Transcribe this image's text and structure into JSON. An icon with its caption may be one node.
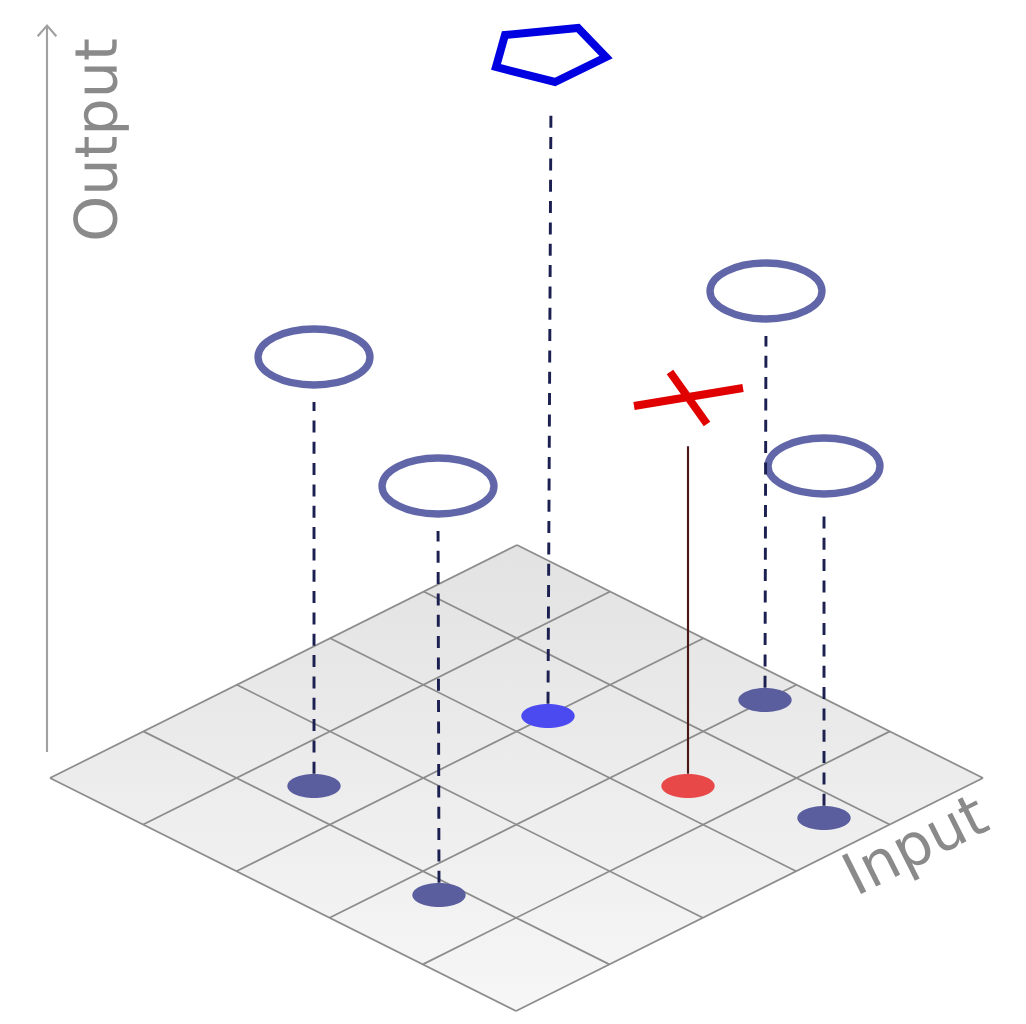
{
  "diagram": {
    "nodes": [
      {
        "text": [],
        "shape": "ellipse"
      },
      {
        "text": [],
        "shape": "ellipse"
      },
      {
        "text": [],
        "shape": "pentagon"
      },
      {
        "text": [],
        "shape": "cross"
      },
      {
        "text": [],
        "shape": "ellipse"
      },
      {
        "text": [],
        "shape": "ellipse"
      },
      {
        "text": [],
        "shape": "circle"
      },
      {
        "text": [],
        "shape": "circle"
      },
      {
        "text": [],
        "shape": "circle"
      },
      {
        "text": [],
        "shape": "circle"
      },
      {
        "text": [],
        "shape": "circle"
      },
      {
        "text": [],
        "shape": "circle"
      }
    ],
    "edges": [
      {
        "from": 6,
        "to": 0,
        "arrow": "none",
        "style": "dashed"
      },
      {
        "from": 7,
        "to": 1,
        "arrow": "none",
        "style": "dashed"
      },
      {
        "from": 8,
        "to": 2,
        "arrow": "none",
        "style": "dashed"
      },
      {
        "from": 9,
        "to": 3,
        "arrow": "none",
        "color": "#4a1818"
      },
      {
        "from": 10,
        "to": 4,
        "arrow": "none",
        "style": "dashed"
      },
      {
        "from": 11,
        "to": 5,
        "arrow": "none",
        "style": "dashed"
      }
    ],
    "labels": [
      "Output",
      "Input"
    ]
  }
}
